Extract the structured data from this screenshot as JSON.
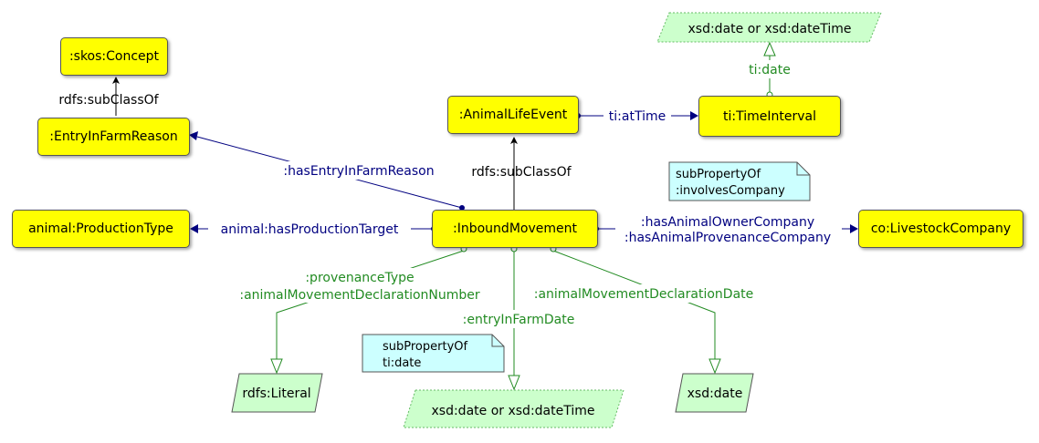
{
  "classes": {
    "skos_concept": ":skos:Concept",
    "entry_in_farm_reason": ":EntryInFarmReason",
    "animal_life_event": ":AnimalLifeEvent",
    "time_interval": "ti:TimeInterval",
    "production_type": "animal:ProductionType",
    "inbound_movement": ":InboundMovement",
    "livestock_company": "co:LivestockCompany"
  },
  "datatypes": {
    "date_or_datetime_top": "xsd:date or xsd:dateTime",
    "rdfs_literal": "rdfs:Literal",
    "date_or_datetime_bottom": "xsd:date or xsd:dateTime",
    "xsd_date": "xsd:date"
  },
  "edges": {
    "ti_date": "ti:date",
    "subclass_concept": "rdfs:subClassOf",
    "at_time": "ti:atTime",
    "has_entry_reason": ":hasEntryInFarmReason",
    "subclass_life_event": "rdfs:subClassOf",
    "has_production_target": "animal:hasProductionTarget",
    "owner_company": ":hasAnimalOwnerCompany",
    "provenance_company": ":hasAnimalProvenanceCompany",
    "provenance_type": ":provenanceType",
    "declaration_number": ":animalMovementDeclarationNumber",
    "declaration_date": ":animalMovementDeclarationDate",
    "entry_date": ":entryInFarmDate"
  },
  "notes": {
    "company_note": [
      "subPropertyOf",
      ":involvesCompany"
    ],
    "date_note": [
      "subPropertyOf",
      "ti:date"
    ]
  },
  "colors": {
    "class_fill": "#ffff00",
    "datatype_fill": "#ccffcc",
    "note_fill": "#ccffff",
    "object_property": "#000080",
    "datatype_property": "#228B22",
    "subclass": "#000000"
  }
}
